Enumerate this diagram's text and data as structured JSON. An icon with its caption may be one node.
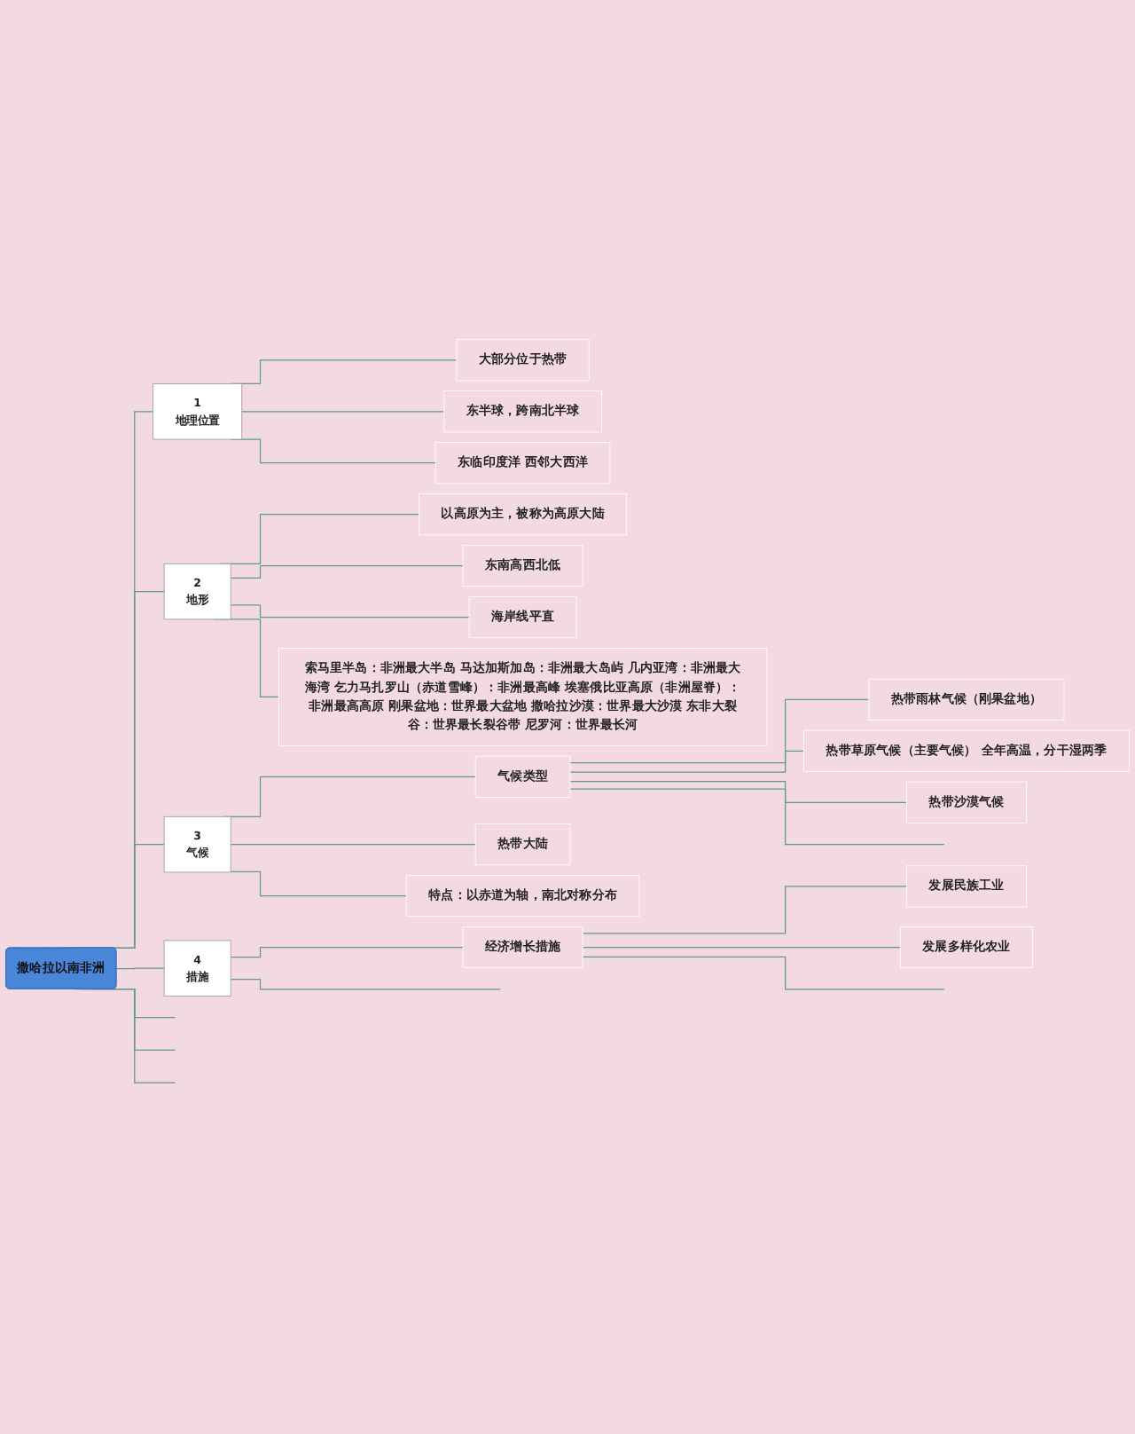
{
  "diagram": {
    "nodes": [
      {
        "text": [
          "撒哈拉以南非洲"
        ]
      },
      {
        "text": [
          "1",
          "地理位置"
        ]
      },
      {
        "text": [
          "大部分位于热带"
        ]
      },
      {
        "text": [
          "东半球，跨南北半球"
        ]
      },
      {
        "text": [
          "东临印度洋 西邻大西洋"
        ]
      },
      {
        "text": [
          "2",
          "地形"
        ]
      },
      {
        "text": [
          "以高原为主，被称为高原大陆"
        ]
      },
      {
        "text": [
          "东南高西北低"
        ]
      },
      {
        "text": [
          "海岸线平直"
        ]
      },
      {
        "text": [
          "索马里半岛：非洲最大半岛 马达加斯加岛：非洲最大岛屿 几内亚湾：非洲最大海湾 乞力马扎罗山（赤道雪峰）：非洲最高峰 埃塞俄比亚高原（非洲屋脊）：非洲最高高原 刚果盆地：世界最大盆地 撒哈拉沙漠：世界最大沙漠 东非大裂谷：世界最长裂谷带 尼罗河：世界最长河"
        ]
      },
      {
        "text": [
          "3",
          "气候"
        ]
      },
      {
        "text": [
          "气候类型"
        ]
      },
      {
        "text": [
          "热带雨林气候（刚果盆地）"
        ]
      },
      {
        "text": [
          "热带草原气候（主要气候） 全年高温，分干湿两季"
        ]
      },
      {
        "text": [
          "热带沙漠气候"
        ]
      },
      {
        "text": [
          "热带大陆"
        ]
      },
      {
        "text": [
          "特点：以赤道为轴，南北对称分布"
        ]
      },
      {
        "text": [
          "4",
          "措施"
        ]
      },
      {
        "text": [
          "经济增长措施"
        ]
      },
      {
        "text": [
          "发展民族工业"
        ]
      },
      {
        "text": [
          "发展多样化农业"
        ]
      }
    ],
    "edges": [
      {
        "from": 0,
        "to": 1,
        "arrow": "none"
      },
      {
        "from": 1,
        "to": 2,
        "arrow": "none"
      },
      {
        "from": 1,
        "to": 3,
        "arrow": "none"
      },
      {
        "from": 1,
        "to": 4,
        "arrow": "none"
      },
      {
        "from": 0,
        "to": 5,
        "arrow": "none"
      },
      {
        "from": 5,
        "to": 6,
        "arrow": "none"
      },
      {
        "from": 5,
        "to": 7,
        "arrow": "none"
      },
      {
        "from": 5,
        "to": 8,
        "arrow": "none"
      },
      {
        "from": 5,
        "to": 9,
        "arrow": "none"
      },
      {
        "from": 0,
        "to": 10,
        "arrow": "none"
      },
      {
        "from": 10,
        "to": 11,
        "arrow": "none"
      },
      {
        "from": 11,
        "to": 12,
        "arrow": "none"
      },
      {
        "from": 11,
        "to": 13,
        "arrow": "none"
      },
      {
        "from": 11,
        "to": 14,
        "arrow": "none"
      },
      {
        "from": 11,
        "to": null,
        "arrow": "none"
      },
      {
        "from": 10,
        "to": 15,
        "arrow": "none"
      },
      {
        "from": 10,
        "to": 16,
        "arrow": "none"
      },
      {
        "from": 0,
        "to": 17,
        "arrow": "none"
      },
      {
        "from": 17,
        "to": 18,
        "arrow": "none"
      },
      {
        "from": 18,
        "to": 19,
        "arrow": "none"
      },
      {
        "from": 18,
        "to": 20,
        "arrow": "none"
      },
      {
        "from": 18,
        "to": null,
        "arrow": "none"
      },
      {
        "from": 17,
        "to": null,
        "arrow": "none"
      },
      {
        "from": 0,
        "to": null,
        "arrow": "none"
      },
      {
        "from": 0,
        "to": null,
        "arrow": "none"
      },
      {
        "from": 0,
        "to": null,
        "arrow": "none"
      }
    ]
  }
}
